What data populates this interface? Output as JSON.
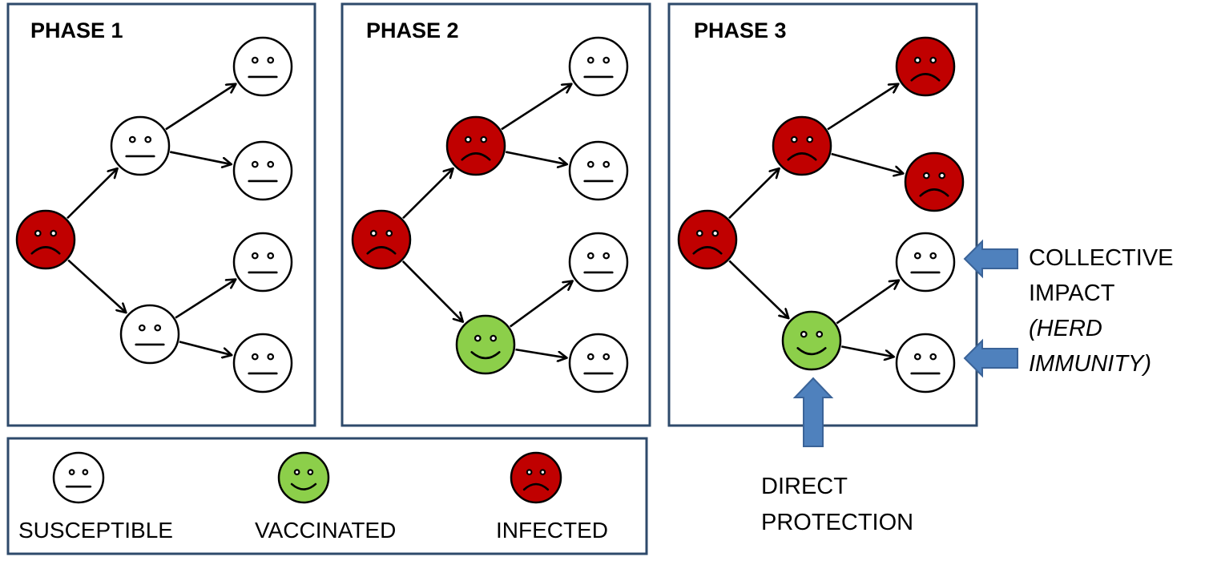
{
  "colors": {
    "panel_border": "#2E4A6B",
    "susceptible": "#ffffff",
    "vaccinated": "#8CCF4A",
    "infected": "#C00000",
    "arrow": "#000000",
    "callout_arrow": "#4F81BD",
    "callout_arrow_border": "#3A6398"
  },
  "panels": [
    {
      "title": "PHASE 1",
      "nodes": [
        "infected",
        "susceptible",
        "susceptible",
        "susceptible",
        "susceptible",
        "susceptible",
        "susceptible"
      ]
    },
    {
      "title": "PHASE 2",
      "nodes": [
        "infected",
        "infected",
        "vaccinated",
        "susceptible",
        "susceptible",
        "susceptible",
        "susceptible"
      ]
    },
    {
      "title": "PHASE 3",
      "nodes": [
        "infected",
        "infected",
        "vaccinated",
        "infected",
        "infected",
        "susceptible",
        "susceptible"
      ]
    }
  ],
  "legend": [
    {
      "state": "susceptible",
      "label": "SUSCEPTIBLE"
    },
    {
      "state": "vaccinated",
      "label": "VACCINATED"
    },
    {
      "state": "infected",
      "label": "INFECTED"
    }
  ],
  "annotations": {
    "collective_line1": "COLLECTIVE",
    "collective_line2": "IMPACT",
    "collective_line3": "(HERD",
    "collective_line4": "IMMUNITY)",
    "direct_line1": "DIRECT",
    "direct_line2": "PROTECTION"
  }
}
